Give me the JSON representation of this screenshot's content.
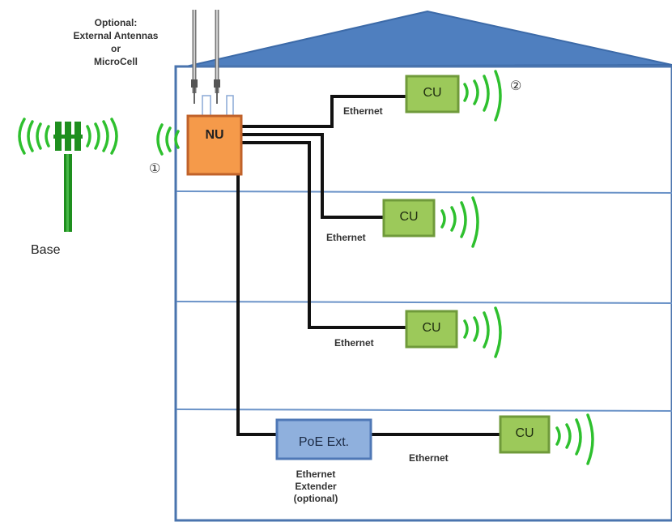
{
  "antenna_label": {
    "line1": "Optional:",
    "line2": "External Antennas",
    "line3": "or",
    "line4": "MicroCell"
  },
  "base_label": "Base",
  "markers": {
    "one": "①",
    "two": "②"
  },
  "nu": {
    "label": "NU"
  },
  "cu_units": [
    {
      "label": "CU"
    },
    {
      "label": "CU"
    },
    {
      "label": "CU"
    },
    {
      "label": "CU"
    }
  ],
  "ethernet_labels": [
    "Ethernet",
    "Ethernet",
    "Ethernet",
    "Ethernet"
  ],
  "poe": {
    "label": "PoE Ext."
  },
  "extender_label": {
    "line1": "Ethernet",
    "line2": "Extender",
    "line3": "(optional)"
  },
  "colors": {
    "roof": "#4f7fbf",
    "roof_stroke": "#3c6aa8",
    "building_wall": "#4a74ae",
    "floor_line": "#6b93c8",
    "nu_fill": "#f59a4a",
    "nu_stroke": "#c0622a",
    "cu_fill": "#9cc95a",
    "cu_stroke": "#6f9a3a",
    "poe_fill": "#8fb0dd",
    "poe_stroke": "#4f78b6",
    "signal": "#2ec02e",
    "tower": "#1e8f1e",
    "cable": "#111111"
  }
}
